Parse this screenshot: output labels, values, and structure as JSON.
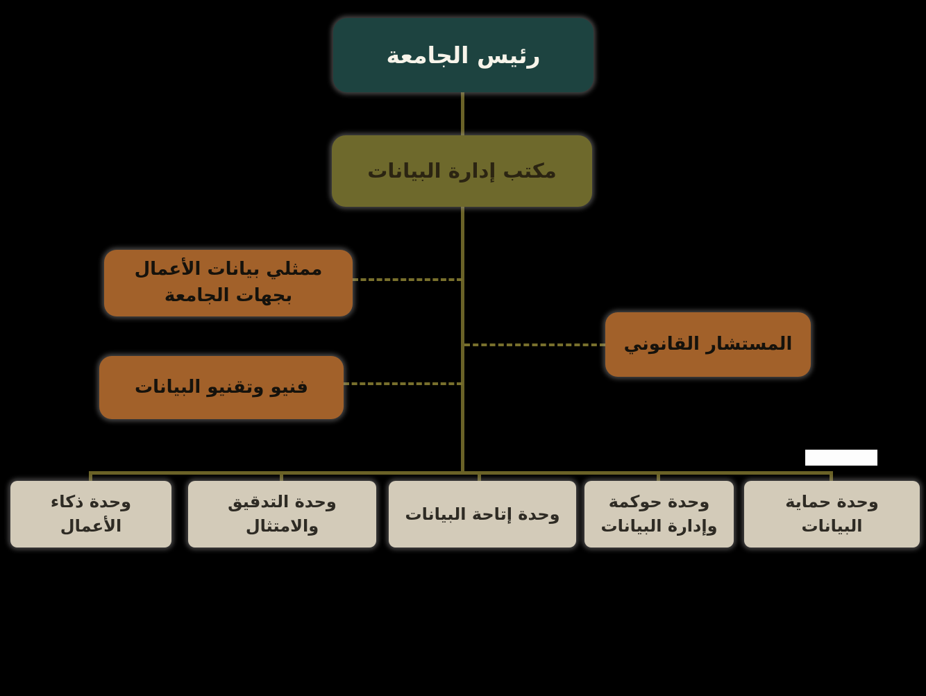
{
  "org": {
    "type": "org-chart",
    "direction": "rtl",
    "president": {
      "label": "رئيس الجامعة"
    },
    "office": {
      "label": "مكتب إدارة البيانات"
    },
    "side_nodes": {
      "business_reps": {
        "label": "ممثلي بيانات الأعمال بجهات الجامعة"
      },
      "data_technicians": {
        "label": "فنيو وتقنيو البيانات"
      },
      "legal_advisor": {
        "label": "المستشار القانوني"
      }
    },
    "units": [
      {
        "label": "وحدة ذكاء الأعمال"
      },
      {
        "label": "وحدة التدقيق والامتثال"
      },
      {
        "label": "وحدة إتاحة البيانات"
      },
      {
        "label": "وحدة حوكمة وإدارة البيانات"
      },
      {
        "label": "وحدة حماية البيانات"
      }
    ]
  },
  "palette": {
    "bg": "#000000",
    "teal": "#1d4340",
    "olive": "#6e692c",
    "rust": "#a2612a",
    "beige": "#d3cbb9",
    "line": "#6a6227",
    "dash": "#786f2c",
    "light-text": "#f7f4ea",
    "dark-olive-text": "#2b2412",
    "dark-text": "#15120c",
    "unit-text": "#2e2b24",
    "artifact": "#fdfdfd"
  }
}
